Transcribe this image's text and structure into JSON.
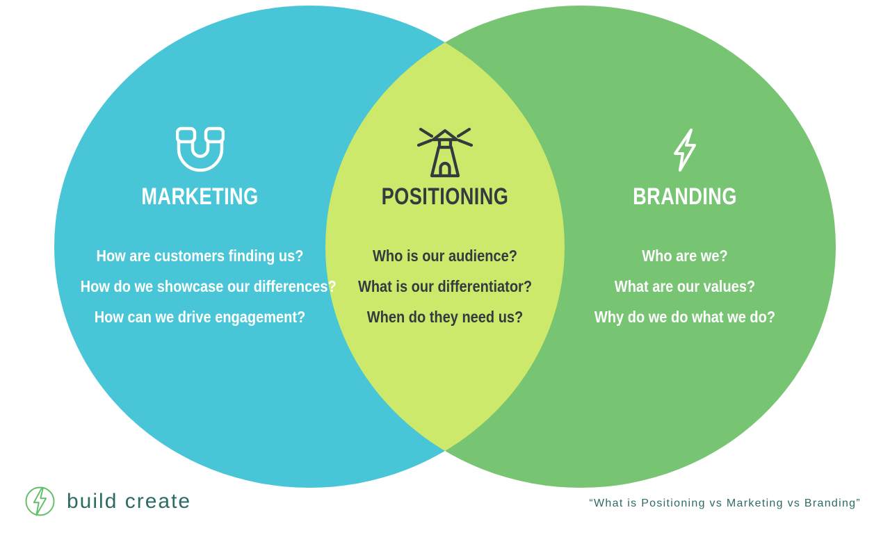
{
  "colors": {
    "marketing_circle": "#48C6D7",
    "branding_circle": "#77C473",
    "positioning_overlap": "#CCE96B",
    "dark_text": "#333B3E",
    "light_text": "#FFFFFF",
    "footer_teal": "#2C6B64",
    "logo_green": "#62BE68"
  },
  "diagram": {
    "type": "venn",
    "sets": [
      "MARKETING",
      "BRANDING"
    ],
    "intersection": "POSITIONING"
  },
  "regions": {
    "marketing": {
      "title": "MARKETING",
      "icon": "magnet-icon",
      "questions": [
        "How are customers finding us?",
        "How do we showcase our differences?",
        "How can we drive engagement?"
      ]
    },
    "positioning": {
      "title": "POSITIONING",
      "icon": "lighthouse-icon",
      "questions": [
        "Who is our audience?",
        "What is our differentiator?",
        "When do they need us?"
      ]
    },
    "branding": {
      "title": "BRANDING",
      "icon": "lightning-icon",
      "questions": [
        "Who are we?",
        "What are our values?",
        "Why do we do what we do?"
      ]
    }
  },
  "footer": {
    "logo_word_1": "build",
    "logo_word_2": "create",
    "caption": "“What is Positioning vs Marketing vs Branding”"
  }
}
